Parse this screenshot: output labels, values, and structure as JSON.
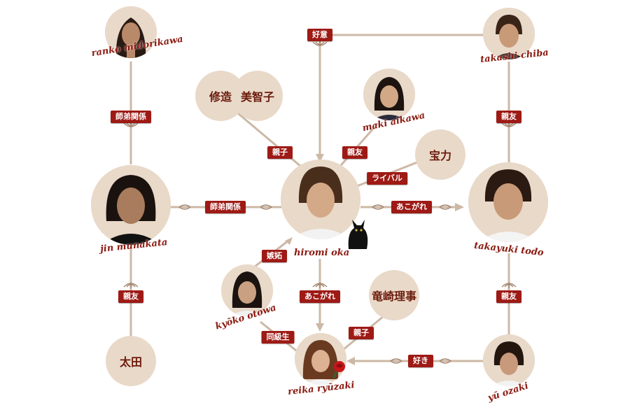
{
  "colors": {
    "line": "#cdb8a6",
    "tag_bg": "#9e1a15",
    "node_bg": "#e9d9c9",
    "name_text": "#8b1a10"
  },
  "characters": {
    "ranko": "ranko midorikawa",
    "takashi": "takashi chiba",
    "maki": "maki aikawa",
    "jin": "jin munakata",
    "hiromi": "hiromi oka",
    "takayuki": "takayuki todo",
    "kyoko": "kyōko otowa",
    "reika": "reika ryūzaki",
    "yu": "yū ozaki"
  },
  "plain_nodes": {
    "parents_left": "修造",
    "parents_right": "美智子",
    "houriki": "宝力",
    "ryuzaki_director": "竜崎理事",
    "ota": "太田"
  },
  "relations": {
    "koui": "好意",
    "shitei_top": "師弟関係",
    "shinyu_chiba": "親友",
    "oyako_parents": "親子",
    "shinyu_maki": "親友",
    "rival": "ライバル",
    "shitei_mid": "師弟関係",
    "akogare_todo": "あこがれ",
    "shitto": "嫉妬",
    "akogare_reika": "あこがれ",
    "shinyu_jin": "親友",
    "shinyu_todo": "親友",
    "oyako_reika": "親子",
    "dokyusei": "同級生",
    "suki": "好き"
  },
  "icons": {
    "cat": "black-cat-icon",
    "rose": "rose-icon"
  }
}
